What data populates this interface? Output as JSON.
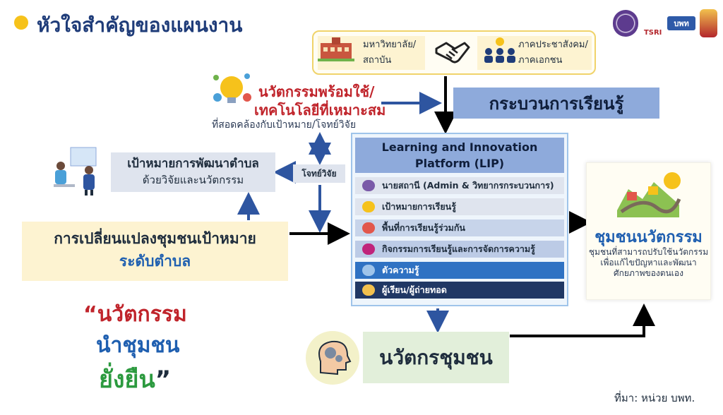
{
  "header": {
    "title": "หัวใจสำคัญของแผนงาน"
  },
  "logos": {
    "tsri_text": "TSRI",
    "bpt_text": "บพท"
  },
  "partners": {
    "left_line1": "มหาวิทยาลัย/",
    "left_line2": "สถาบัน",
    "right_line1": "ภาคประชาสังคม/",
    "right_line2": "ภาคเอกชน"
  },
  "learning_process": "กระบวนการเรียนรู้",
  "innovation": {
    "line1": "นวัตกรรมพร้อมใช้/",
    "line2": "เทคโนโลยีที่เหมาะสม",
    "line3": "ที่สอดคล้องกับเป้าหมาย/โจทย์วิจัย"
  },
  "goal": {
    "line1": "เป้าหมายการพัฒนาตำบล",
    "line2": "ด้วยวิจัยและนวัตกรรม"
  },
  "research_question": "โจทย์วิจัย",
  "change": {
    "line1": "การเปลี่ยนแปลงชุมชนเป้าหมาย",
    "line2": "ระดับตำบล"
  },
  "lip": {
    "title_line1": "Learning and Innovation",
    "title_line2": "Platform (LIP)",
    "items": [
      "นายสถานี (Admin & วิทยากรกระบวนการ)",
      "เป้าหมายการเรียนรู้",
      "พื้นที่การเรียนรู้ร่วมกัน",
      "กิจกรรมการเรียนรู้และการจัดการความรู้",
      "ตัวความรู้",
      "ผู้เรียน/ผู้ถ่ายทอด"
    ]
  },
  "community": {
    "title": "ชุมชนนวัตกรรม",
    "desc_line1": "ชุมชนที่สามารถปรับใช้นวัตกรรม",
    "desc_line2": "เพื่อแก้ไขปัญหาและพัฒนา",
    "desc_line3": "ศักยภาพของตนเอง"
  },
  "community_innovator": "นวัตกรชุมชน",
  "quote": {
    "line1": "“นวัตกรรม",
    "line2": "นำชุมชน",
    "line3": "ยั่งยืน",
    "close": "”"
  },
  "source": "ที่มา: หน่วย บพท.",
  "colors": {
    "navy": "#1f3c79",
    "red": "#c0242b",
    "blue": "#1f5fb0",
    "green": "#2c9a3f",
    "yellow": "#f6c21b",
    "lip_header": "#8eaadb"
  },
  "icons": [
    "university-icon",
    "handshake-icon",
    "community-people-icon",
    "innovation-lightbulb-icon",
    "office-people-icon",
    "community-map-icon",
    "thinking-head-icon"
  ]
}
